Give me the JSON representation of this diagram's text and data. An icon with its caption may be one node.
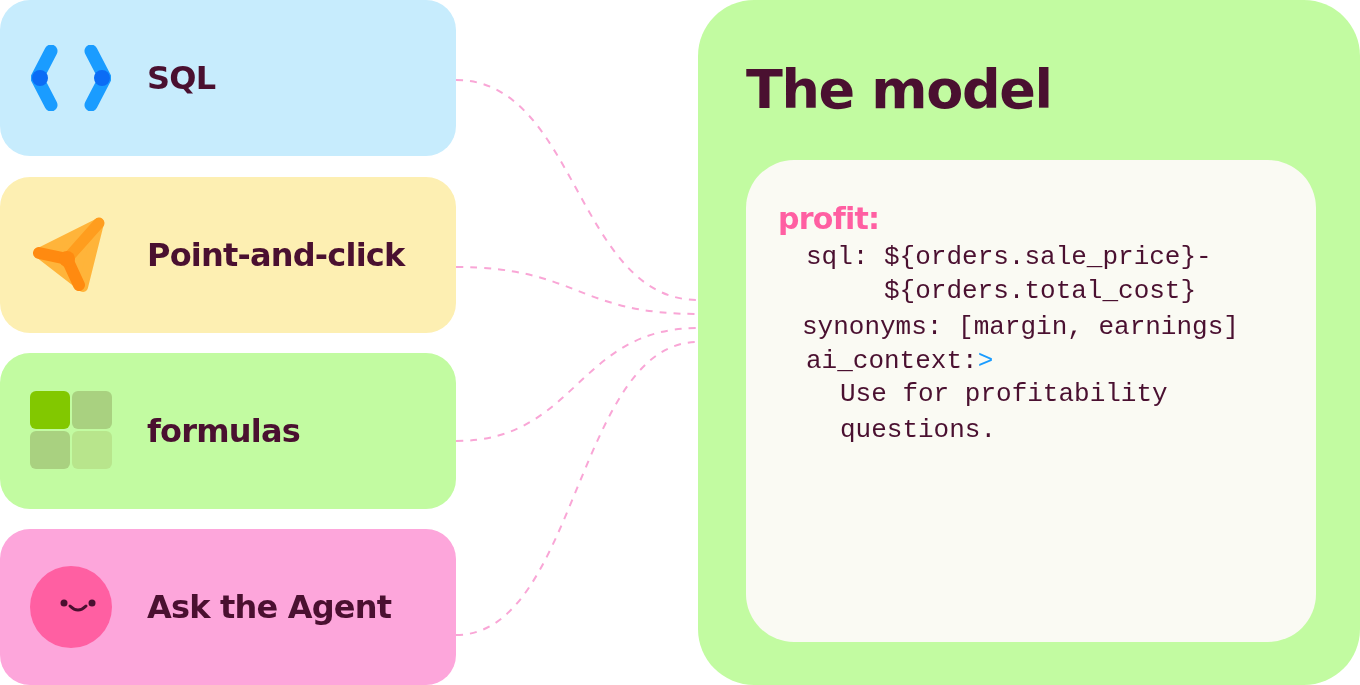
{
  "diagram": {
    "nodes": [
      {
        "text": [
          "SQL"
        ]
      },
      {
        "text": [
          "Point-and-click"
        ]
      },
      {
        "text": [
          "formulas"
        ]
      },
      {
        "text": [
          "Ask the Agent"
        ]
      },
      {
        "text": [
          "The model"
        ]
      },
      {
        "text": [
          "profit:",
          "sql: ${orders.sale_price}- ${orders.total_cost}",
          "synonyms: [margin, earnings]",
          "ai_context:",
          ">",
          "Use for profitability questions."
        ],
        "in": 4
      }
    ],
    "edges": [
      {
        "from": 0,
        "to": 4,
        "arrow": "none",
        "style": "dashed"
      },
      {
        "from": 1,
        "to": 4,
        "arrow": "none",
        "style": "dashed"
      },
      {
        "from": 2,
        "to": 4,
        "arrow": "none",
        "style": "dashed"
      },
      {
        "from": 3,
        "to": 4,
        "arrow": "none",
        "style": "dashed"
      }
    ]
  }
}
